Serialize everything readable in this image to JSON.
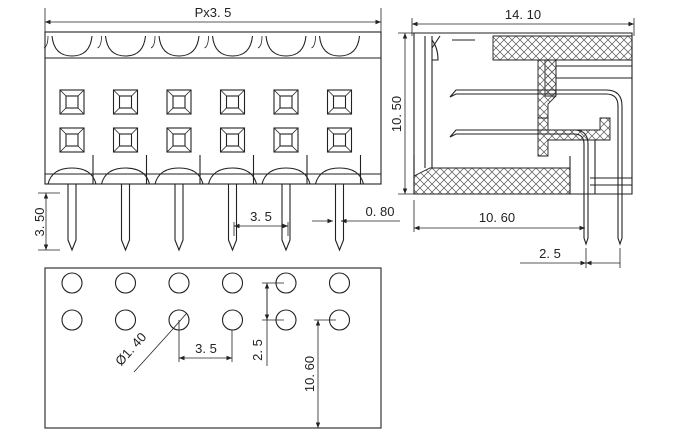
{
  "drawing": {
    "colors": {
      "line": "#222222",
      "hatch": "#555555",
      "background": "#ffffff"
    },
    "front_view": {
      "pitch_label": "Px3. 5",
      "pin_length_label": "3. 50",
      "pin_pitch_label": "3. 5",
      "pin_width_label": "0. 80",
      "positions": 6,
      "rows": 2
    },
    "side_view": {
      "depth_label": "14. 10",
      "height_label": "10. 50",
      "pin_offset_label": "10. 60",
      "row_pitch_label": "2. 5"
    },
    "pcb_layout": {
      "hole_diameter_label": "Ø1. 40",
      "col_pitch_label": "3. 5",
      "row_pitch_label": "2. 5",
      "offset_label": "10. 60"
    }
  }
}
